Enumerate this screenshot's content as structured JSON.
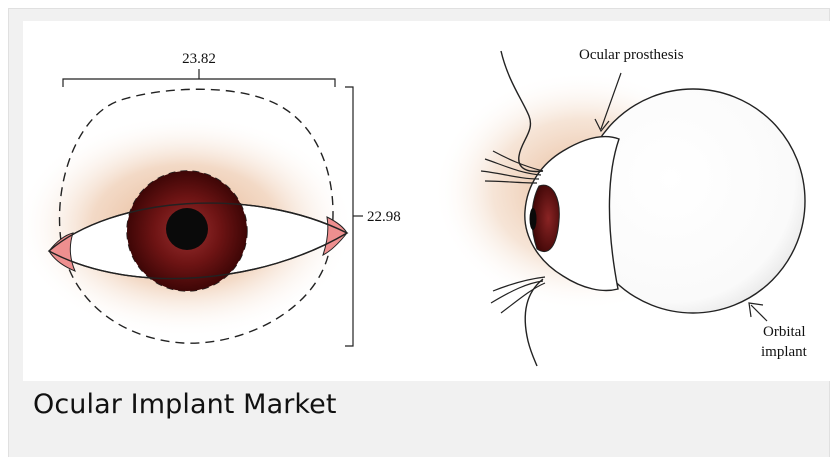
{
  "figure": {
    "left_eye": {
      "width_dimension": "23.82",
      "height_dimension": "22.98"
    },
    "side_view": {
      "prosthesis_label": "Ocular prosthesis",
      "implant_label_line1": "Orbital",
      "implant_label_line2": "implant"
    },
    "colors": {
      "skin_shadow": "#e2ab83",
      "iris_outer": "#5a0a0a",
      "iris_inner": "#8a2424",
      "pupil": "#0a0a0a",
      "caruncle": "#ee8f8f"
    }
  },
  "caption": "Ocular Implant Market"
}
